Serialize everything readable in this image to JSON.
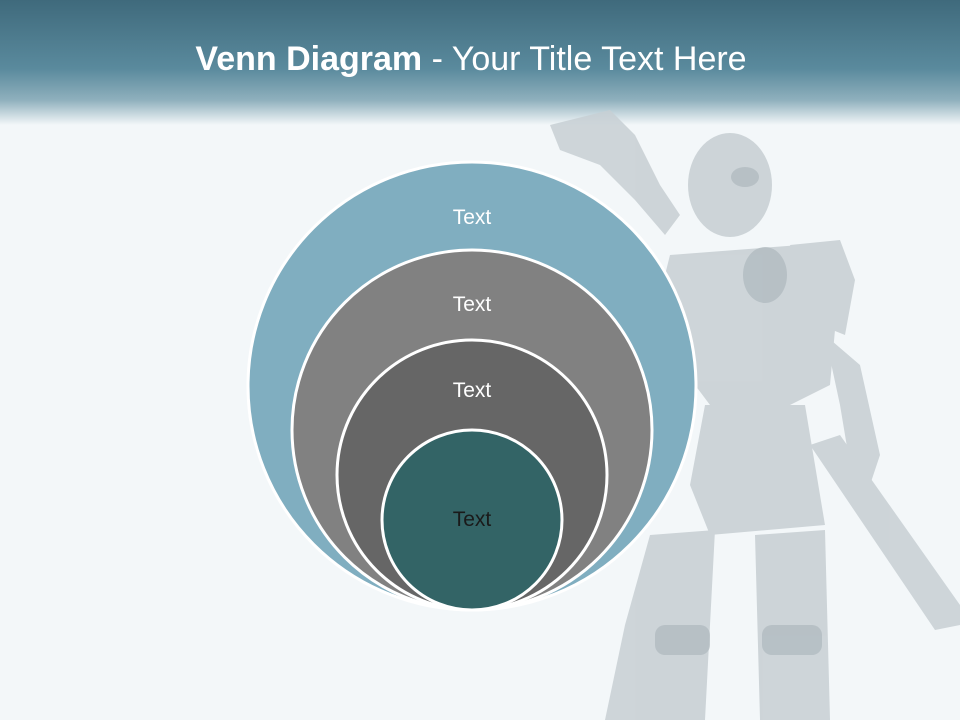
{
  "slide": {
    "title_bold": "Venn Diagram",
    "title_rest": " - Your Title Text Here"
  },
  "diagram": {
    "circles": [
      {
        "label": "Text",
        "fill": "#80aec0",
        "text_color": "#ffffff"
      },
      {
        "label": "Text",
        "fill": "#818181",
        "text_color": "#ffffff"
      },
      {
        "label": "Text",
        "fill": "#666666",
        "text_color": "#ffffff"
      },
      {
        "label": "Text",
        "fill": "#336466",
        "text_color": "#1a1a1a"
      }
    ]
  },
  "colors": {
    "header": "#4a7a8d",
    "background": "#f3f7f9",
    "circle_stroke": "#ffffff"
  }
}
